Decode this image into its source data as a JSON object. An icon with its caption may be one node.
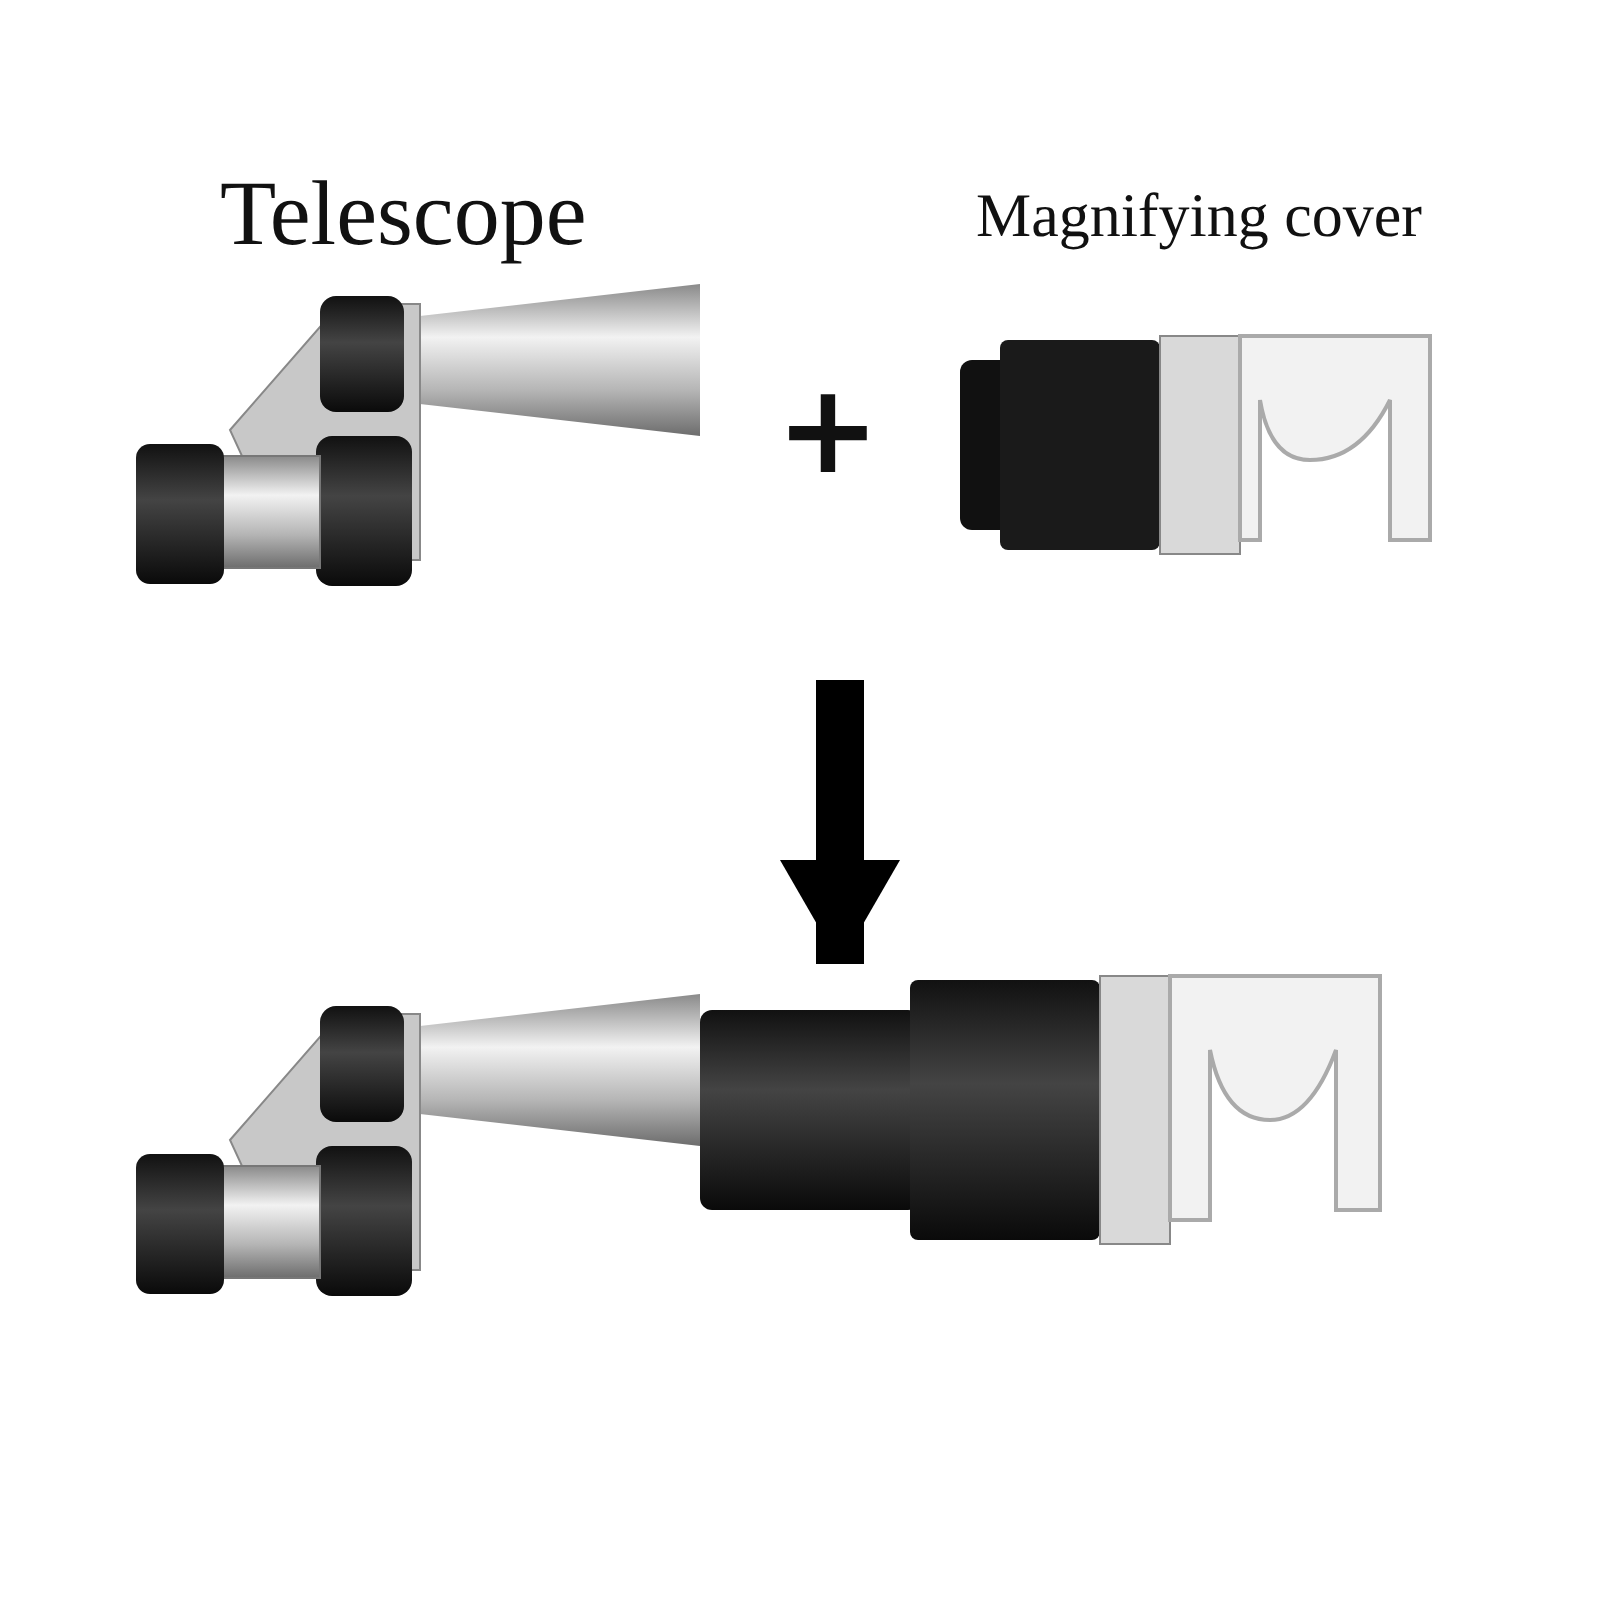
{
  "diagram": {
    "nodes": [
      {
        "text": [
          "Telescope"
        ]
      },
      {
        "text": [
          "Magnifying cover"
        ]
      },
      {
        "text": [],
        "shape": "picture"
      }
    ],
    "edges": [
      {
        "from": null,
        "to": 2,
        "arrow": "to"
      }
    ],
    "labels": [
      "+"
    ]
  }
}
